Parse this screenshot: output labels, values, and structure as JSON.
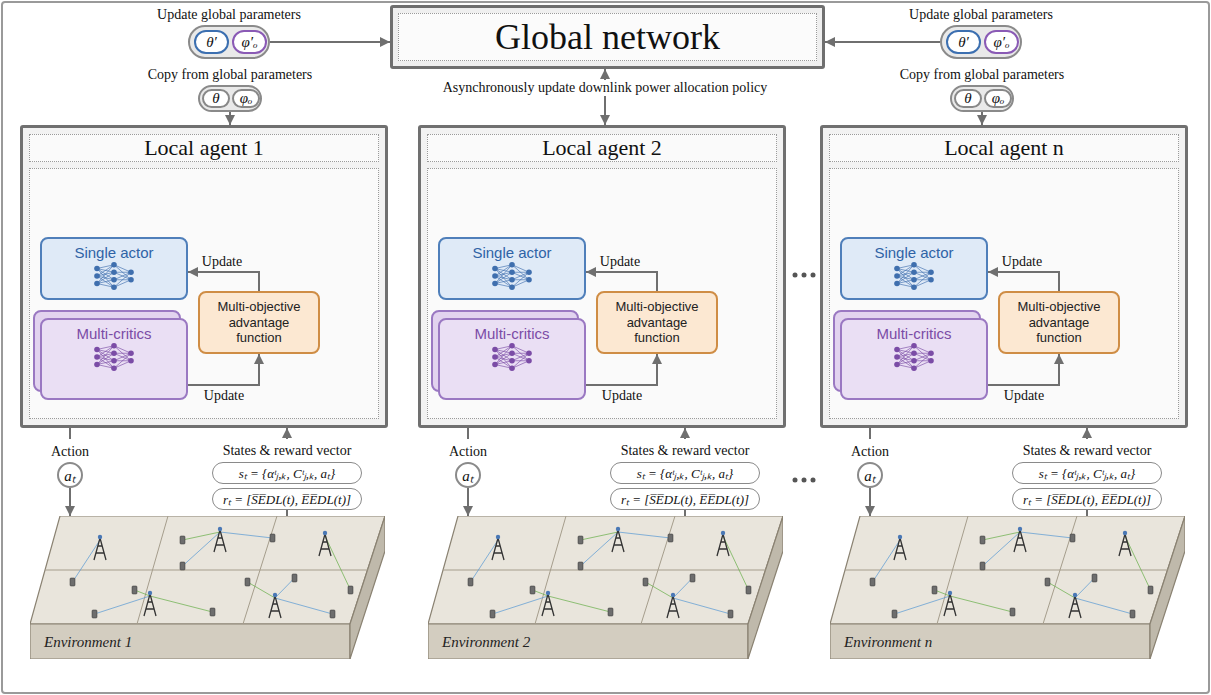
{
  "diagram": {
    "nodes": [
      {
        "text": [
          "Global network"
        ]
      },
      {
        "text": [
          "Update global parameters"
        ]
      },
      {
        "text": [
          "θ′"
        ],
        "in": 1
      },
      {
        "text": [
          "φ′ₒ"
        ],
        "in": 1
      },
      {
        "text": [
          "Update global parameters"
        ]
      },
      {
        "text": [
          "θ′"
        ],
        "in": 4
      },
      {
        "text": [
          "φ′ₒ"
        ],
        "in": 4
      },
      {
        "text": [
          "Copy from global parameters"
        ]
      },
      {
        "text": [
          "θ"
        ],
        "in": 7
      },
      {
        "text": [
          "φₒ"
        ],
        "in": 7
      },
      {
        "text": [
          "Copy from global parameters"
        ]
      },
      {
        "text": [
          "θ"
        ],
        "in": 10
      },
      {
        "text": [
          "φₒ"
        ],
        "in": 10
      },
      {
        "text": [
          "Local agent 1"
        ]
      },
      {
        "text": [
          "Single actor"
        ],
        "in": 13
      },
      {
        "text": [
          "Multi-critics"
        ],
        "in": 13
      },
      {
        "text": [
          "Multi-objective advantage function"
        ],
        "in": 13
      },
      {
        "text": [
          "Action",
          "aₜ"
        ]
      },
      {
        "text": [
          "States & reward vector",
          "sₜ = {αᵗⱼ,ₖ, Cᵗⱼ,ₖ, aₜ}"
        ]
      },
      {
        "text": [
          "rₜ = [S̅E̅DL(t), E̅E̅DL(t)]"
        ]
      },
      {
        "text": [
          "Environment 1"
        ]
      },
      {
        "text": [
          "Local agent 2"
        ]
      },
      {
        "text": [
          "Single actor"
        ],
        "in": 21
      },
      {
        "text": [
          "Multi-critics"
        ],
        "in": 21
      },
      {
        "text": [
          "Multi-objective advantage function"
        ],
        "in": 21
      },
      {
        "text": [
          "Action",
          "aₜ"
        ]
      },
      {
        "text": [
          "States & reward vector",
          "sₜ = {αᵗⱼ,ₖ, Cᵗⱼ,ₖ, aₜ}"
        ]
      },
      {
        "text": [
          "rₜ = [S̅E̅DL(t), E̅E̅DL(t)]"
        ]
      },
      {
        "text": [
          "Environment 2"
        ]
      },
      {
        "text": [
          "Local agent n"
        ]
      },
      {
        "text": [
          "Single actor"
        ],
        "in": 29
      },
      {
        "text": [
          "Multi-critics"
        ],
        "in": 29
      },
      {
        "text": [
          "Multi-objective advantage function"
        ],
        "in": 29
      },
      {
        "text": [
          "Action",
          "aₜ"
        ]
      },
      {
        "text": [
          "States & reward vector",
          "sₜ = {αᵗⱼ,ₖ, Cᵗⱼ,ₖ, aₜ}"
        ]
      },
      {
        "text": [
          "rₜ = [S̅E̅DL(t), E̅E̅DL(t)]"
        ]
      },
      {
        "text": [
          "Environment n"
        ]
      }
    ],
    "edges": [
      {
        "from": 0,
        "to": 21,
        "arrow": "both",
        "label": "Asynchronously update downlink power allocation policy"
      },
      {
        "from": 1,
        "to": 0,
        "arrow": "to"
      },
      {
        "from": 4,
        "to": 0,
        "arrow": "to"
      },
      {
        "from": 7,
        "to": 13,
        "arrow": "to"
      },
      {
        "from": 10,
        "to": 29,
        "arrow": "to"
      },
      {
        "from": 16,
        "to": 14,
        "arrow": "to",
        "label": "Update"
      },
      {
        "from": 15,
        "to": 16,
        "arrow": "to",
        "label": "Update"
      },
      {
        "from": 13,
        "to": 17,
        "arrow": "none"
      },
      {
        "from": 17,
        "to": 20,
        "arrow": "to"
      },
      {
        "from": 20,
        "to": 19,
        "arrow": "none"
      },
      {
        "from": 18,
        "to": 13,
        "arrow": "to"
      },
      {
        "from": 24,
        "to": 22,
        "arrow": "to",
        "label": "Update"
      },
      {
        "from": 23,
        "to": 24,
        "arrow": "to",
        "label": "Update"
      },
      {
        "from": 21,
        "to": 25,
        "arrow": "none"
      },
      {
        "from": 25,
        "to": 28,
        "arrow": "to"
      },
      {
        "from": 28,
        "to": 27,
        "arrow": "none"
      },
      {
        "from": 26,
        "to": 21,
        "arrow": "to"
      },
      {
        "from": 32,
        "to": 30,
        "arrow": "to",
        "label": "Update"
      },
      {
        "from": 31,
        "to": 32,
        "arrow": "to",
        "label": "Update"
      },
      {
        "from": 29,
        "to": 33,
        "arrow": "none"
      },
      {
        "from": 33,
        "to": 36,
        "arrow": "to"
      },
      {
        "from": 36,
        "to": 35,
        "arrow": "none"
      },
      {
        "from": 34,
        "to": 29,
        "arrow": "to"
      }
    ]
  }
}
